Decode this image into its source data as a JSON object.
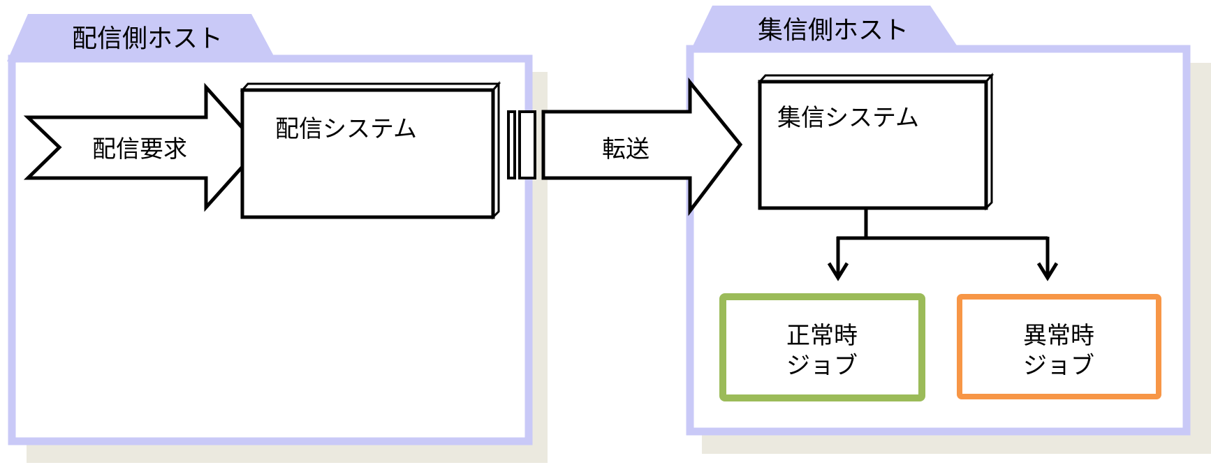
{
  "sender_host": {
    "label": "配信側ホスト"
  },
  "receiver_host": {
    "label": "集信側ホスト"
  },
  "delivery_request": {
    "label": "配信要求"
  },
  "delivery_system": {
    "label": "配信システム"
  },
  "transfer": {
    "label": "転送"
  },
  "receiving_system": {
    "label": "集信システム"
  },
  "normal_job": {
    "line1": "正常時",
    "line2": "ジョブ"
  },
  "abnormal_job": {
    "line1": "異常時",
    "line2": "ジョブ"
  },
  "colors": {
    "host_tab": "#c9c9f7",
    "host_border": "#c9c9f7",
    "shadow": "#ebe9df",
    "normal_border": "#9bbb59",
    "abnormal_border": "#f79646"
  }
}
